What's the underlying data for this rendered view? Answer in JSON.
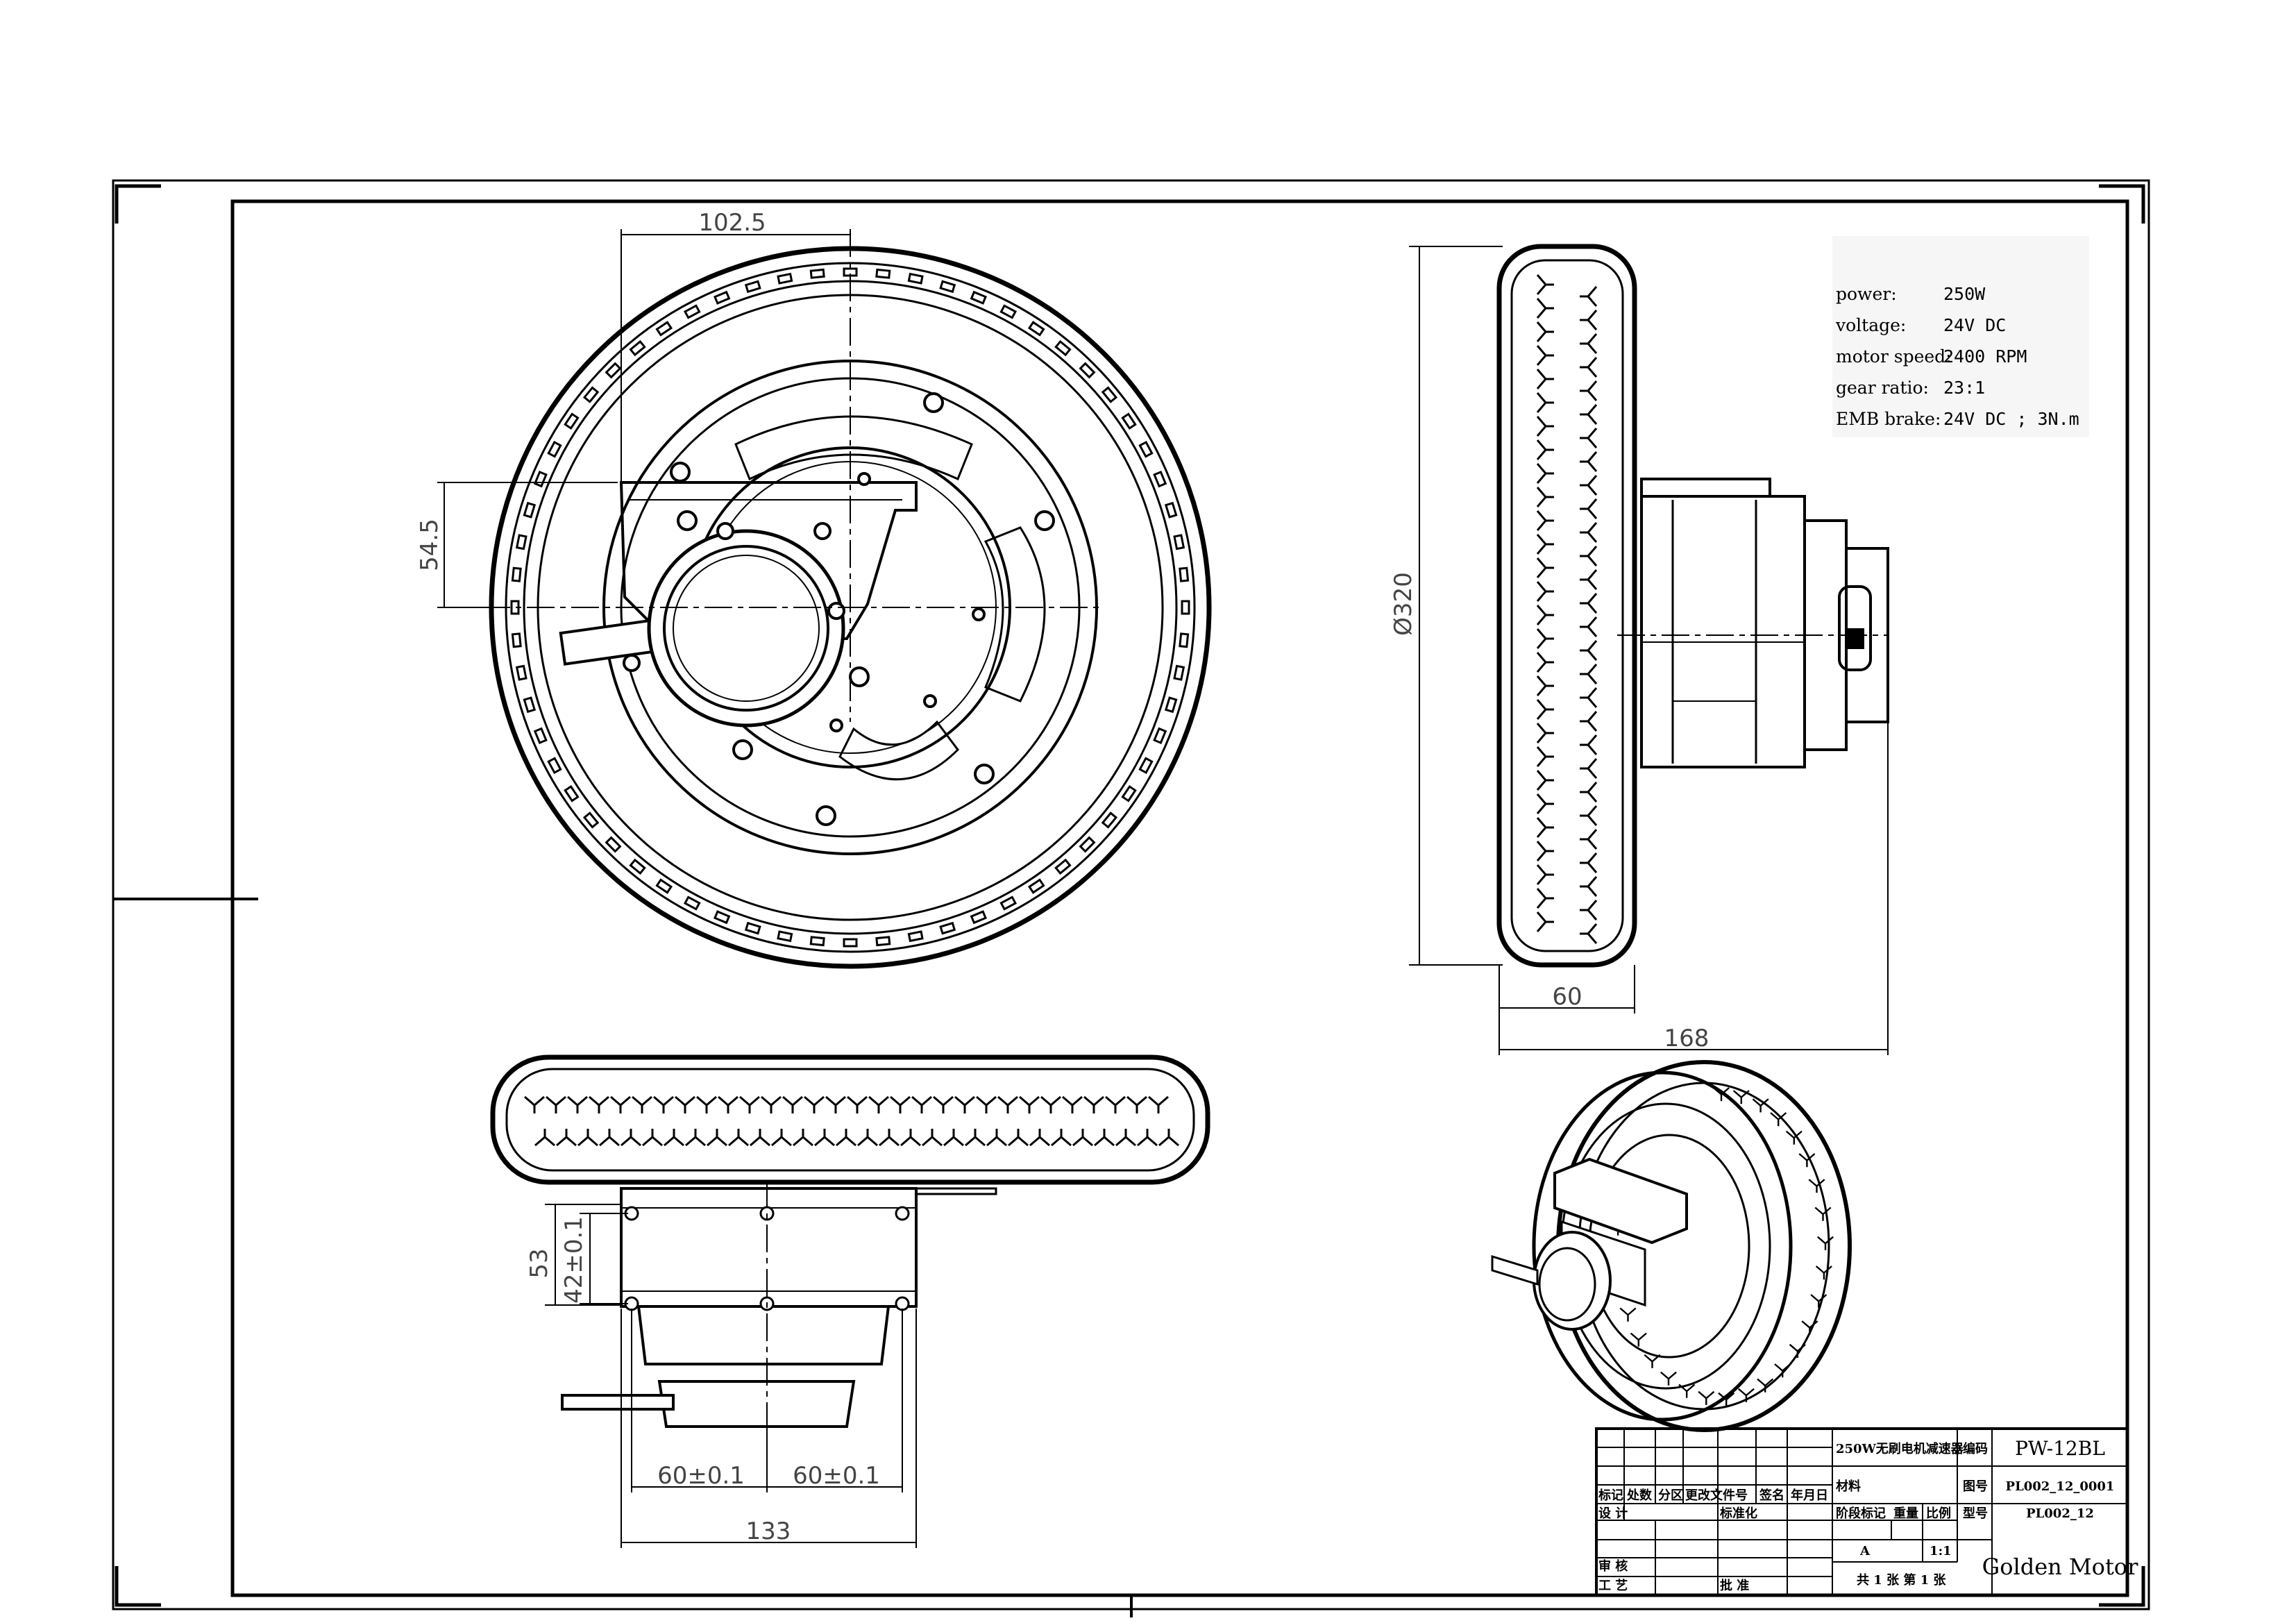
{
  "dimensions": {
    "front_width": "102.5",
    "front_height": "54.5",
    "side_diameter": "Ø320",
    "side_tire_width": "60",
    "side_total_width": "168",
    "bottom_height_total": "53",
    "bottom_height_inner": "42±0.1",
    "bottom_spacing_left": "60±0.1",
    "bottom_spacing_right": "60±0.1",
    "bottom_total_width": "133"
  },
  "specs": [
    {
      "label": "power:",
      "value": "250W"
    },
    {
      "label": "voltage:",
      "value": "24V DC"
    },
    {
      "label": "motor speed:",
      "value": "2400 RPM"
    },
    {
      "label": "gear ratio:",
      "value": "23:1"
    },
    {
      "label": "EMB brake:",
      "value": "24V DC ; 3N.m"
    }
  ],
  "title_block": {
    "product_name": "250W无刷电机减速器",
    "code_label": "编码",
    "code_value": "PW-12BL",
    "material": "材料",
    "drawing_no_label": "图号",
    "drawing_no_value": "PL002_12_0001",
    "model_label": "型号",
    "model_value": "PL002_12",
    "header_mark": "标记",
    "header_count": "处数",
    "header_zone": "分区",
    "header_change_doc": "更改文件号",
    "header_sign": "签名",
    "header_date": "年月日",
    "design": "设 计",
    "standardize": "标准化",
    "stage_mark": "阶段标记",
    "weight": "重量",
    "scale_label": "比例",
    "stage_value": "A",
    "scale_value": "1:1",
    "review": "审 核",
    "process": "工 艺",
    "approve": "批 准",
    "sheets": "共 1 张  第 1 张",
    "company": "Golden Motor"
  }
}
